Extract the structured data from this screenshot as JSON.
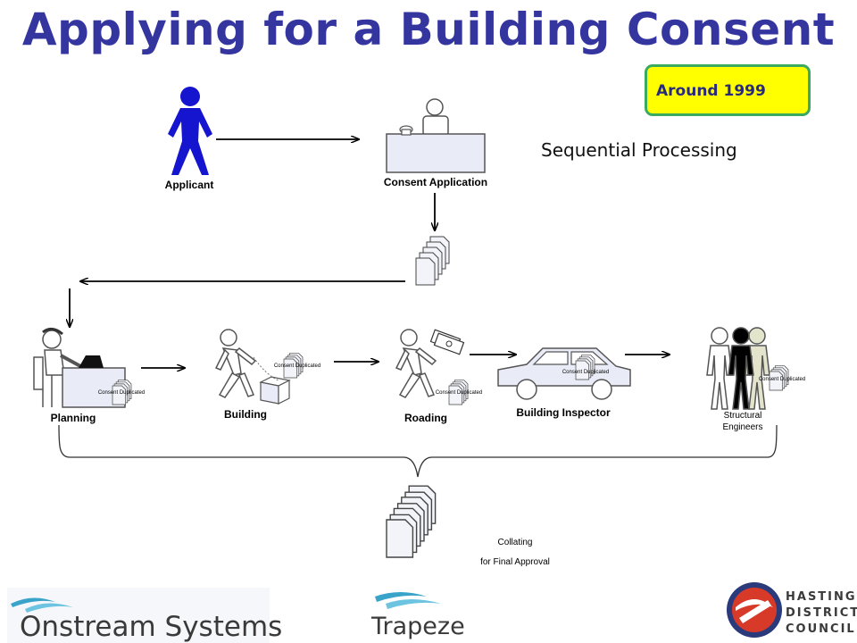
{
  "title": "Applying for a Building Consent",
  "era_badge": "Around 1999",
  "subtitle": "Sequential Processing",
  "nodes": {
    "applicant": "Applicant",
    "consent_application": "Consent Application",
    "planning": "Planning",
    "building": "Building",
    "roading": "Roading",
    "building_inspector": "Building Inspector",
    "structural_engineers_line1": "Structural",
    "structural_engineers_line2": "Engineers"
  },
  "document_tag": "Consent Duplicated",
  "collating": {
    "line1": "Collating",
    "line2": "for Final Approval"
  },
  "logos": {
    "onstream": "Onstream Systems",
    "trapeze": "Trapeze",
    "hastings": [
      "HASTINGS",
      "DISTRICT",
      "COUNCIL"
    ]
  },
  "colors": {
    "title": "#3535a0",
    "badge_fill": "#ffff00",
    "badge_border": "#3aaa5e",
    "applicant": "#1515d0",
    "logo_teal": "#3aa3c9"
  }
}
